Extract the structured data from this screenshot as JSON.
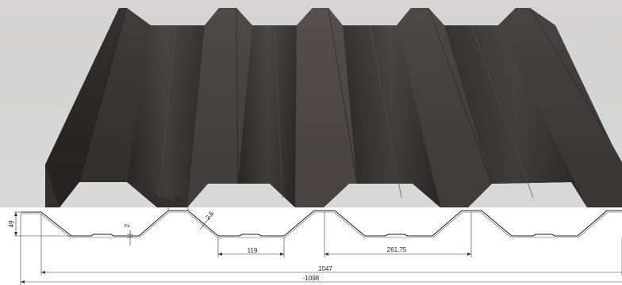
{
  "image": {
    "subject": "trapezoidal-roof-sheet",
    "sheet_color": "#3b3836",
    "highlight_color": "#6b6663",
    "line_color": "#222222"
  },
  "dimensions": {
    "rib_height": "49",
    "rib_top_width": "34",
    "rib_slope": "2.5",
    "valley_stiffener": "2",
    "valley_width": "119",
    "rib_pitch": "261.75",
    "cover_width": "1047",
    "total_width": "-1098"
  }
}
